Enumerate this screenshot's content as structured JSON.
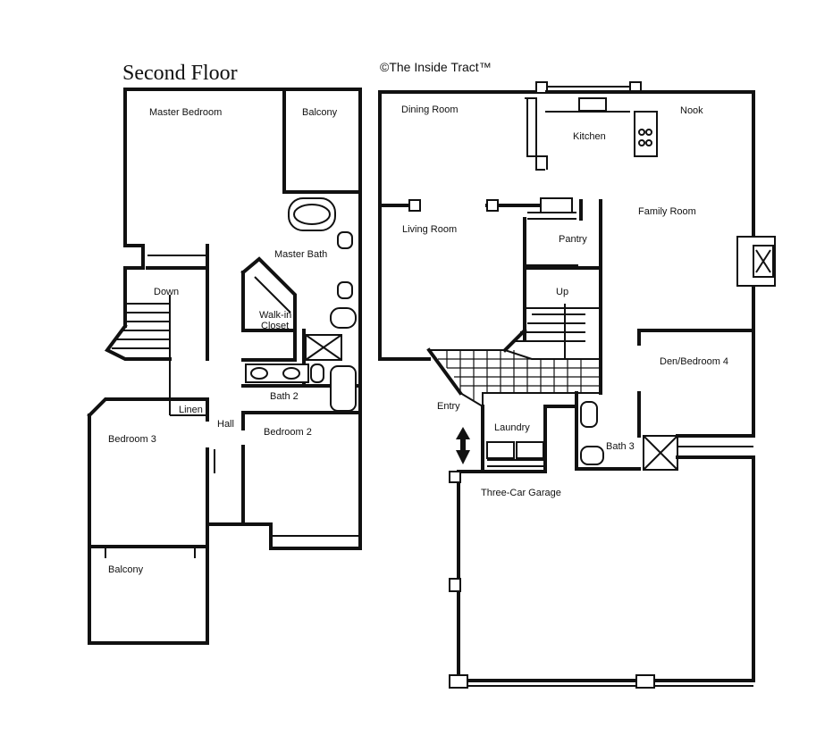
{
  "header": {
    "title": "Second Floor",
    "credit": "©The Inside Tract™"
  },
  "second_floor": {
    "master_bedroom": "Master Bedroom",
    "balcony_top": "Balcony",
    "master_bath": "Master Bath",
    "walk_in_closet_1": "Walk-in",
    "walk_in_closet_2": "Closet",
    "down": "Down",
    "bath_2": "Bath 2",
    "linen": "Linen",
    "hall": "Hall",
    "bedroom_3": "Bedroom 3",
    "bedroom_2": "Bedroom 2",
    "balcony_bottom": "Balcony"
  },
  "first_floor": {
    "dining_room": "Dining Room",
    "kitchen": "Kitchen",
    "nook": "Nook",
    "family_room": "Family Room",
    "living_room": "Living Room",
    "pantry": "Pantry",
    "up": "Up",
    "den_bedroom_4": "Den/Bedroom 4",
    "entry": "Entry",
    "laundry": "Laundry",
    "bath_3": "Bath 3",
    "three_car_garage": "Three-Car Garage"
  },
  "icons": {
    "north_arrow": "north-arrow-icon"
  }
}
